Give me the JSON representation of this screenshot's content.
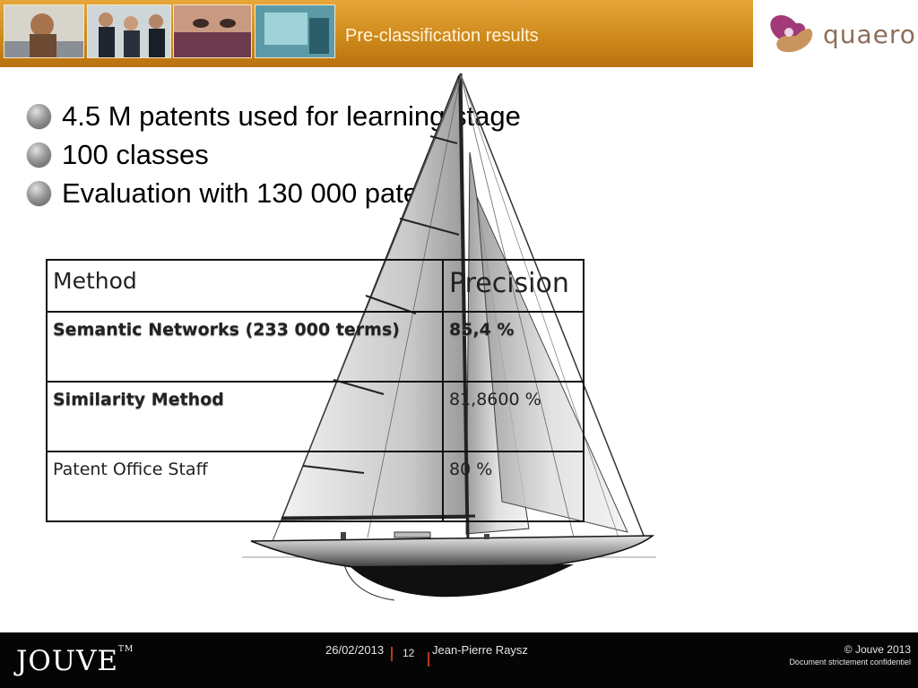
{
  "header": {
    "title": "Pre-classification results",
    "brand": "quaero"
  },
  "bullets": [
    "4.5 M patents used for learning stage",
    "100 classes",
    "Evaluation with 130 000 patents"
  ],
  "table": {
    "headers": [
      "Method",
      "Precision"
    ],
    "rows": [
      [
        "Semantic Networks (233 000 terms)",
        "85,4 %"
      ],
      [
        "Similarity Method",
        "81,8600 %"
      ],
      [
        "Patent Office Staff",
        "80 %"
      ]
    ]
  },
  "footer": {
    "company": "JOUVE",
    "trademark": "TM",
    "date": "26/02/2013",
    "page": "12",
    "author": "Jean-Pierre Raysz",
    "copyright": "© Jouve 2013",
    "confidential": "Document strictement confidentiel"
  },
  "colors": {
    "header_gold": "#d49227",
    "footer_bg": "#050505",
    "separator": "#b83a17",
    "quaero_purple": "#9b2a6a"
  },
  "icons": [
    "bullet-ball-icon",
    "quaero-logo-icon"
  ]
}
